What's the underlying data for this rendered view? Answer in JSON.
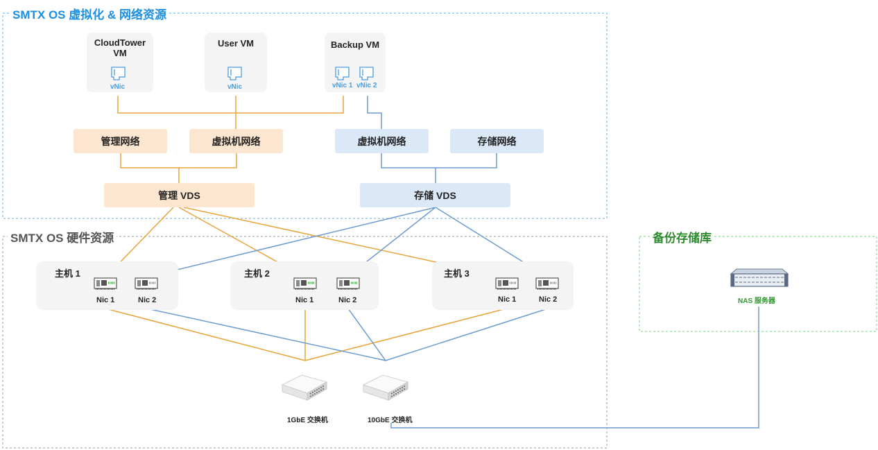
{
  "regions": {
    "virtual": "SMTX OS 虚拟化 & 网络资源",
    "hardware": "SMTX OS 硬件资源",
    "backup": "备份存储库"
  },
  "vms": [
    {
      "name": "CloudTower\nVM",
      "nics": [
        "vNic"
      ]
    },
    {
      "name": "User VM",
      "nics": [
        "vNic"
      ]
    },
    {
      "name": "Backup VM",
      "nics": [
        "vNic 1",
        "vNic 2"
      ]
    }
  ],
  "networks": {
    "mgmt": "管理网络",
    "vm_net_left": "虚拟机网络",
    "vm_net_right": "虚拟机网络",
    "storage": "存储网络"
  },
  "vds": {
    "mgmt": "管理 VDS",
    "storage": "存储 VDS"
  },
  "hosts": [
    {
      "name": "主机 1",
      "nics": [
        "Nic 1",
        "Nic 2"
      ]
    },
    {
      "name": "主机 2",
      "nics": [
        "Nic 1",
        "Nic 2"
      ]
    },
    {
      "name": "主机 3",
      "nics": [
        "Nic 1",
        "Nic 2"
      ]
    }
  ],
  "switches": {
    "one_gbe": "1GbE 交换机",
    "ten_gbe": "10GbE 交换机"
  },
  "nas": "NAS 服务器",
  "colors": {
    "virtual_title": "#1a8fe3",
    "hardware_title": "#555555",
    "backup_title": "#2e8b2e",
    "orange_line": "#e8a33a",
    "blue_line": "#6b9bd1"
  },
  "icons": {
    "vnic": "vnic-card-icon",
    "nic": "nic-card-icon",
    "switch": "network-switch-icon",
    "server": "nas-server-icon"
  }
}
